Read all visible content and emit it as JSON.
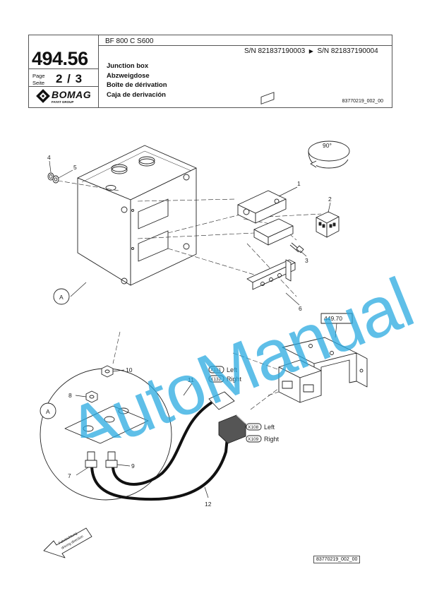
{
  "header": {
    "model": "BF 800 C S600",
    "serial_from": "S/N 821837190003",
    "serial_arrow": "▶",
    "serial_to": "S/N 821837190004",
    "part_group": "494.56",
    "page_label_en": "Page",
    "page_label_de": "Seite",
    "page_number": "2 / 3",
    "brand": "BOMAG",
    "brand_sub": "FAYAT GROUP",
    "titles": [
      "Junction box",
      "Abzweigdose",
      "Boîte de dérivation",
      "Caja de derivación"
    ],
    "doc_ref": "83770219_002_00"
  },
  "drawing": {
    "rotation": "90°",
    "ref_box": "449.70",
    "detail_label": "A",
    "items": [
      "1",
      "2",
      "3",
      "4",
      "5",
      "6",
      "7",
      "8",
      "9",
      "10",
      "11",
      "12"
    ],
    "connectors": [
      {
        "tag": "X131",
        "side": "Left"
      },
      {
        "tag": "X132",
        "side": "Right"
      },
      {
        "tag": "X108",
        "side": "Left"
      },
      {
        "tag": "X109",
        "side": "Right"
      }
    ],
    "direction_text_1": "Fahrtrichtung",
    "direction_text_2": "driving direction"
  },
  "watermark": "AutoManual",
  "footer_ref": "83770219_002_00",
  "colors": {
    "watermark": "#29a9e0",
    "line": "#222222"
  }
}
